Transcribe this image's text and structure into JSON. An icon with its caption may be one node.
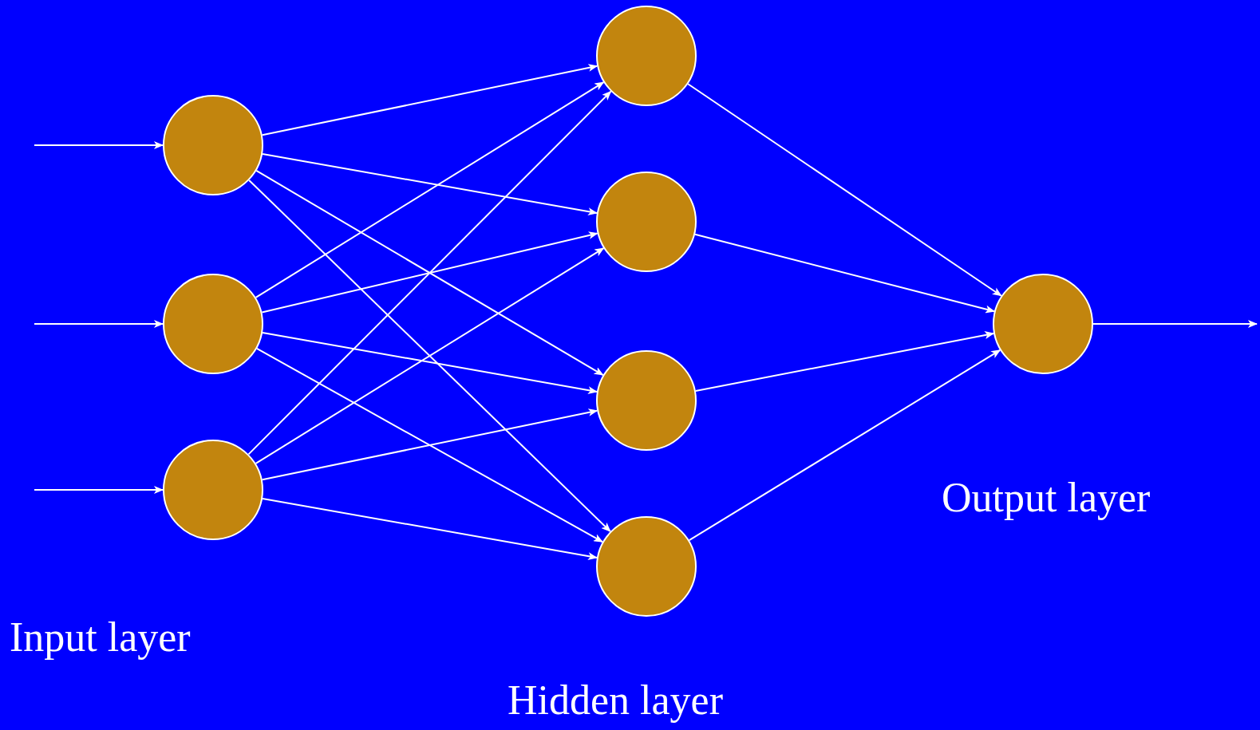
{
  "diagram": {
    "nodes": [
      {
        "text": [],
        "shape": "circle"
      },
      {
        "text": [],
        "shape": "circle"
      },
      {
        "text": [],
        "shape": "circle"
      },
      {
        "text": [],
        "shape": "circle"
      },
      {
        "text": [],
        "shape": "circle"
      },
      {
        "text": [],
        "shape": "circle"
      },
      {
        "text": [],
        "shape": "circle"
      },
      {
        "text": [],
        "shape": "circle"
      }
    ],
    "edges": [
      {
        "from": null,
        "to": 0,
        "arrow": "to"
      },
      {
        "from": null,
        "to": 1,
        "arrow": "to"
      },
      {
        "from": null,
        "to": 2,
        "arrow": "to"
      },
      {
        "from": 0,
        "to": 3,
        "arrow": "to"
      },
      {
        "from": 0,
        "to": 4,
        "arrow": "to"
      },
      {
        "from": 0,
        "to": 5,
        "arrow": "to"
      },
      {
        "from": 0,
        "to": 6,
        "arrow": "to"
      },
      {
        "from": 1,
        "to": 3,
        "arrow": "to"
      },
      {
        "from": 1,
        "to": 4,
        "arrow": "to"
      },
      {
        "from": 1,
        "to": 5,
        "arrow": "to"
      },
      {
        "from": 1,
        "to": 6,
        "arrow": "to"
      },
      {
        "from": 2,
        "to": 3,
        "arrow": "to"
      },
      {
        "from": 2,
        "to": 4,
        "arrow": "to"
      },
      {
        "from": 2,
        "to": 5,
        "arrow": "to"
      },
      {
        "from": 2,
        "to": 6,
        "arrow": "to"
      },
      {
        "from": 3,
        "to": 7,
        "arrow": "to"
      },
      {
        "from": 4,
        "to": 7,
        "arrow": "to"
      },
      {
        "from": 5,
        "to": 7,
        "arrow": "to"
      },
      {
        "from": 6,
        "to": 7,
        "arrow": "to"
      },
      {
        "from": 7,
        "to": null,
        "arrow": "to"
      }
    ],
    "labels": [
      "Output layer",
      "Input layer",
      "Hidden layer"
    ]
  }
}
